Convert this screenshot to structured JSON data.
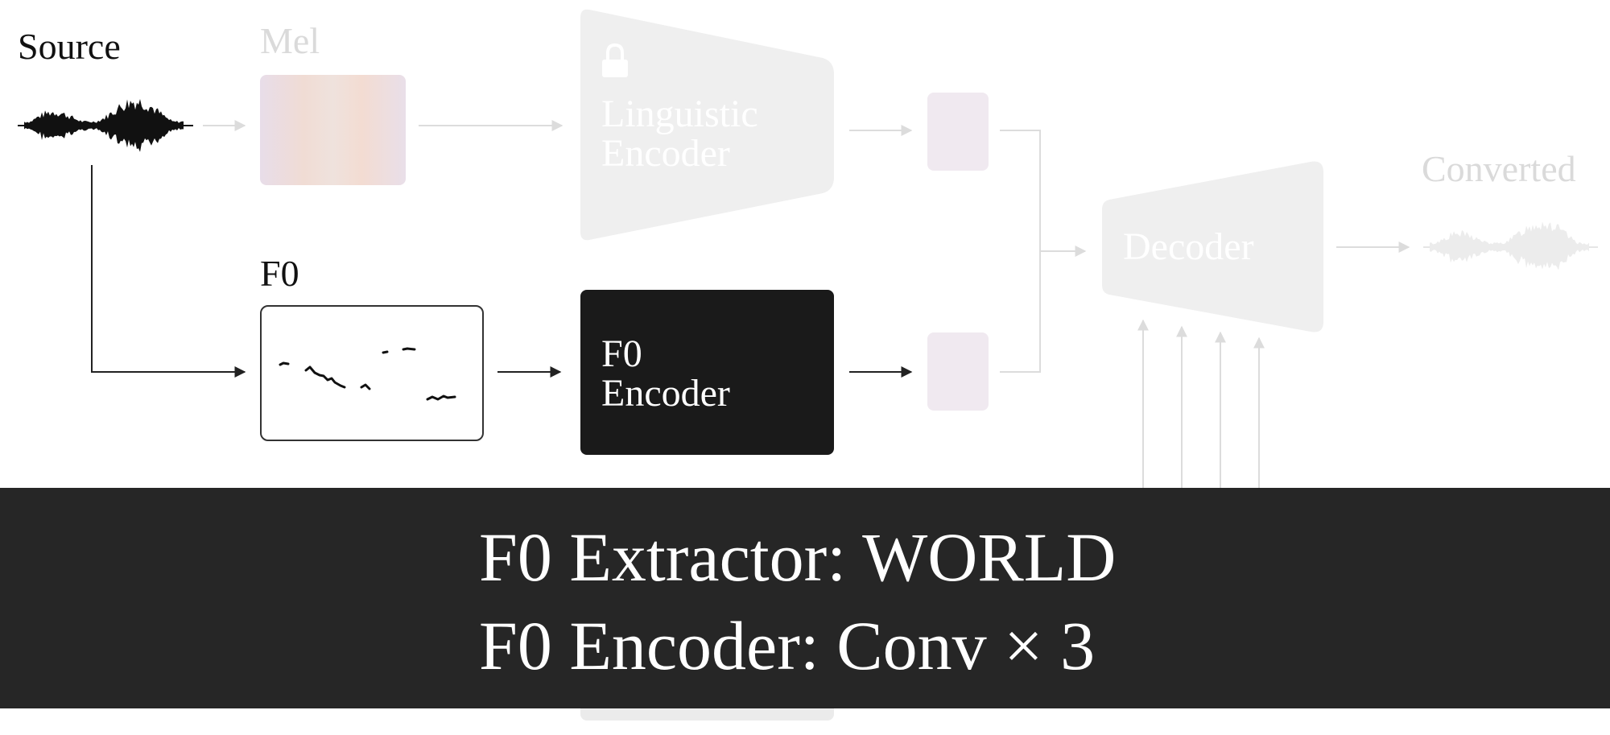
{
  "labels": {
    "source": "Source",
    "mel": "Mel",
    "f0": "F0",
    "converted": "Converted"
  },
  "blocks": {
    "linguistic_encoder": [
      "Linguistic",
      "Encoder"
    ],
    "f0_encoder": [
      "F0",
      "Encoder"
    ],
    "decoder": "Decoder"
  },
  "caption": {
    "line1": "F0 Extractor: WORLD",
    "line2": "F0 Encoder: Conv × 3"
  },
  "icons": {
    "lock": "lock-icon",
    "waveform": "waveform-icon"
  },
  "colors": {
    "caption_background": "#262626",
    "active_block": "#1a1a1a",
    "faded_block": "#efefef",
    "feature_box": "#f0e9f0"
  }
}
